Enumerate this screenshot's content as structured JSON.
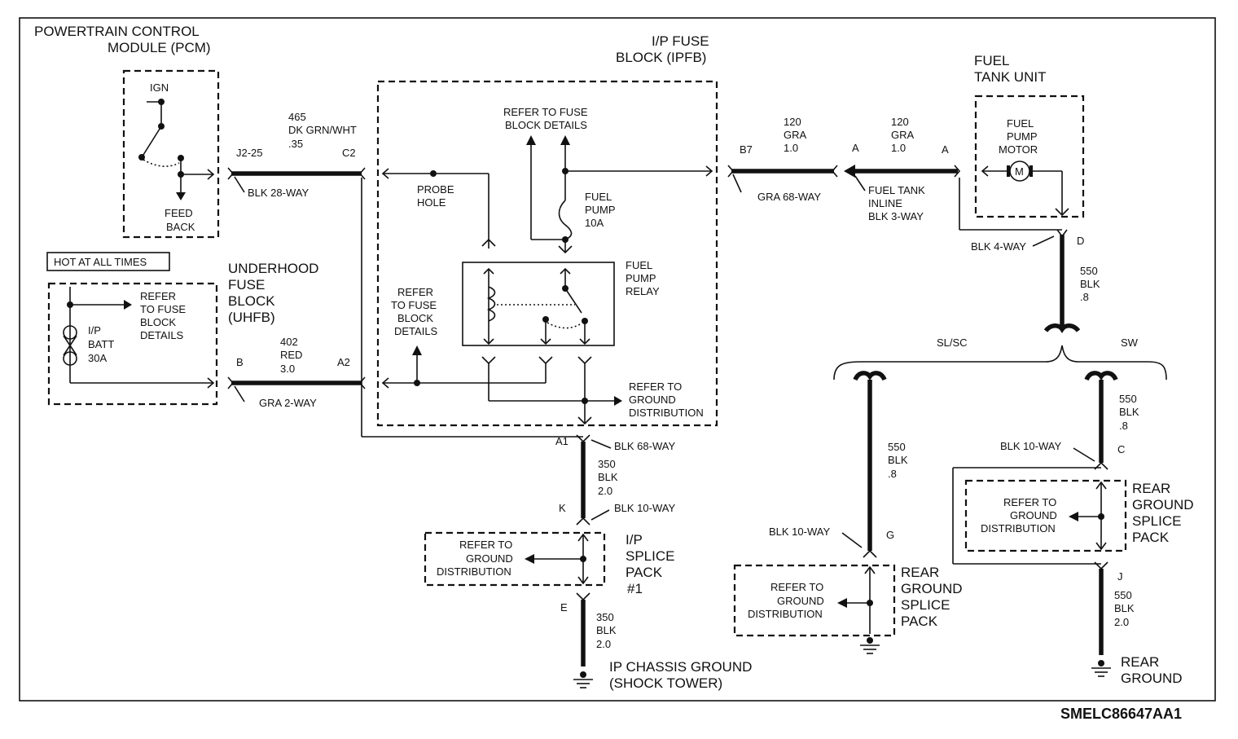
{
  "diagram_id": "SMELC86647AA1",
  "pcm": {
    "title_line1": "POWERTRAIN CONTROL",
    "title_line2": "MODULE (PCM)",
    "ign": "IGN",
    "feed_line1": "FEED",
    "feed_line2": "BACK",
    "pin": "J2-25"
  },
  "hot_at_all_times": "HOT AT ALL TIMES",
  "uhfb": {
    "title_line1": "UNDERHOOD",
    "title_line2": "FUSE",
    "title_line3": "BLOCK",
    "title_line4": "(UHFB)",
    "refer_line1": "REFER",
    "refer_line2": "TO FUSE",
    "refer_line3": "BLOCK",
    "refer_line4": "DETAILS",
    "fuse_line1": "I/P",
    "fuse_line2": "BATT",
    "fuse_line3": "30A",
    "pin": "B"
  },
  "wire_465": {
    "num": "465",
    "color": "DK GRN/WHT",
    "size": ".35",
    "conn": "BLK 28-WAY",
    "pin": "C2"
  },
  "wire_402": {
    "num": "402",
    "color": "RED",
    "size": "3.0",
    "conn": "GRA 2-WAY",
    "pin": "A2"
  },
  "ipfb": {
    "title_line1": "I/P FUSE",
    "title_line2": "BLOCK (IPFB)",
    "refer_top_line1": "REFER TO FUSE",
    "refer_top_line2": "BLOCK DETAILS",
    "probe_line1": "PROBE",
    "probe_line2": "HOLE",
    "fuse_line1": "FUEL",
    "fuse_line2": "PUMP",
    "fuse_line3": "10A",
    "relay_line1": "FUEL",
    "relay_line2": "PUMP",
    "relay_line3": "RELAY",
    "refer_left_line1": "REFER",
    "refer_left_line2": "TO FUSE",
    "refer_left_line3": "BLOCK",
    "refer_left_line4": "DETAILS",
    "ground_line1": "REFER TO",
    "ground_line2": "GROUND",
    "ground_line3": "DISTRIBUTION",
    "pin_b7": "B7",
    "pin_a1": "A1"
  },
  "wire_120a": {
    "num": "120",
    "color": "GRA",
    "size": "1.0",
    "conn": "GRA 68-WAY",
    "pin": "A"
  },
  "wire_120b": {
    "num": "120",
    "color": "GRA",
    "size": "1.0",
    "conn_line1": "FUEL TANK",
    "conn_line2": "INLINE",
    "conn_line3": "BLK 3-WAY",
    "pin": "A"
  },
  "fuel_tank": {
    "title_line1": "FUEL",
    "title_line2": "TANK UNIT",
    "motor_line1": "FUEL",
    "motor_line2": "PUMP",
    "motor_line3": "MOTOR",
    "motor_symbol": "M",
    "conn": "BLK 4-WAY",
    "pin": "D"
  },
  "wire_550_top": {
    "num": "550",
    "color": "BLK",
    "size": ".8"
  },
  "variants": {
    "left": "SL/SC",
    "right": "SW"
  },
  "ip_ground": {
    "wire_num": "350",
    "wire_color": "BLK",
    "wire_size": "2.0",
    "conn_top": "BLK 68-WAY",
    "conn_k": "BLK 10-WAY",
    "pin_k": "K",
    "pin_e": "E",
    "splice_line1": "I/P",
    "splice_line2": "SPLICE",
    "splice_line3": "PACK",
    "splice_line4": "#1",
    "refer_line1": "REFER TO",
    "refer_line2": "GROUND",
    "refer_line3": "DISTRIBUTION",
    "wire2_num": "350",
    "wire2_color": "BLK",
    "wire2_size": "2.0",
    "ground_line1": "IP CHASSIS GROUND",
    "ground_line2": "(SHOCK TOWER)"
  },
  "slsc": {
    "wire_num": "550",
    "wire_color": "BLK",
    "wire_size": ".8",
    "conn": "BLK 10-WAY",
    "pin": "G",
    "refer_line1": "REFER TO",
    "refer_line2": "GROUND",
    "refer_line3": "DISTRIBUTION",
    "splice_line1": "REAR",
    "splice_line2": "GROUND",
    "splice_line3": "SPLICE",
    "splice_line4": "PACK"
  },
  "sw": {
    "wire_num": "550",
    "wire_color": "BLK",
    "wire_size": ".8",
    "conn": "BLK 10-WAY",
    "pin_c": "C",
    "pin_j": "J",
    "refer_line1": "REFER TO",
    "refer_line2": "GROUND",
    "refer_line3": "DISTRIBUTION",
    "splice_line1": "REAR",
    "splice_line2": "GROUND",
    "splice_line3": "SPLICE",
    "splice_line4": "PACK",
    "wire2_num": "550",
    "wire2_color": "BLK",
    "wire2_size": "2.0",
    "ground_line1": "REAR",
    "ground_line2": "GROUND"
  }
}
